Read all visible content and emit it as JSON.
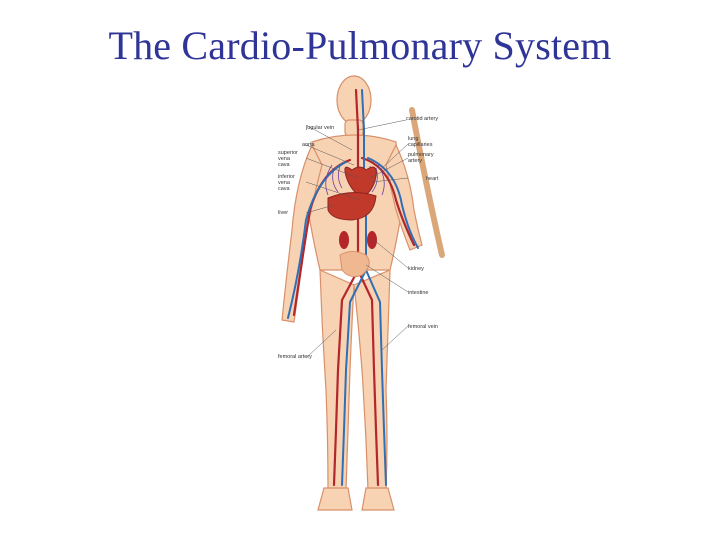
{
  "slide": {
    "title": "The Cardio-Pulmonary System"
  },
  "diagram": {
    "labels": {
      "jugular_vein": "jugular vein",
      "aorta": "aorta",
      "superior_vena_cava": "superior\nvena\ncava",
      "inferior_vena_cava": "inferior\nvena\ncava",
      "liver": "liver",
      "femoral_artery": "femoral artery",
      "carotid_artery": "carotid artery",
      "lung_capillaries": "lung\ncapillaries",
      "pulmonary_artery": "pulmonary\nartery",
      "heart": "heart",
      "kidney": "kidney",
      "intestine": "intestine",
      "femoral_vein": "femoral vein"
    },
    "colors": {
      "artery": "#b3262b",
      "vein": "#2f6fb5",
      "skin": "#f5c9a5",
      "skin_outline": "#d9906a",
      "organ": "#c0392b",
      "title": "#2f3596"
    }
  }
}
